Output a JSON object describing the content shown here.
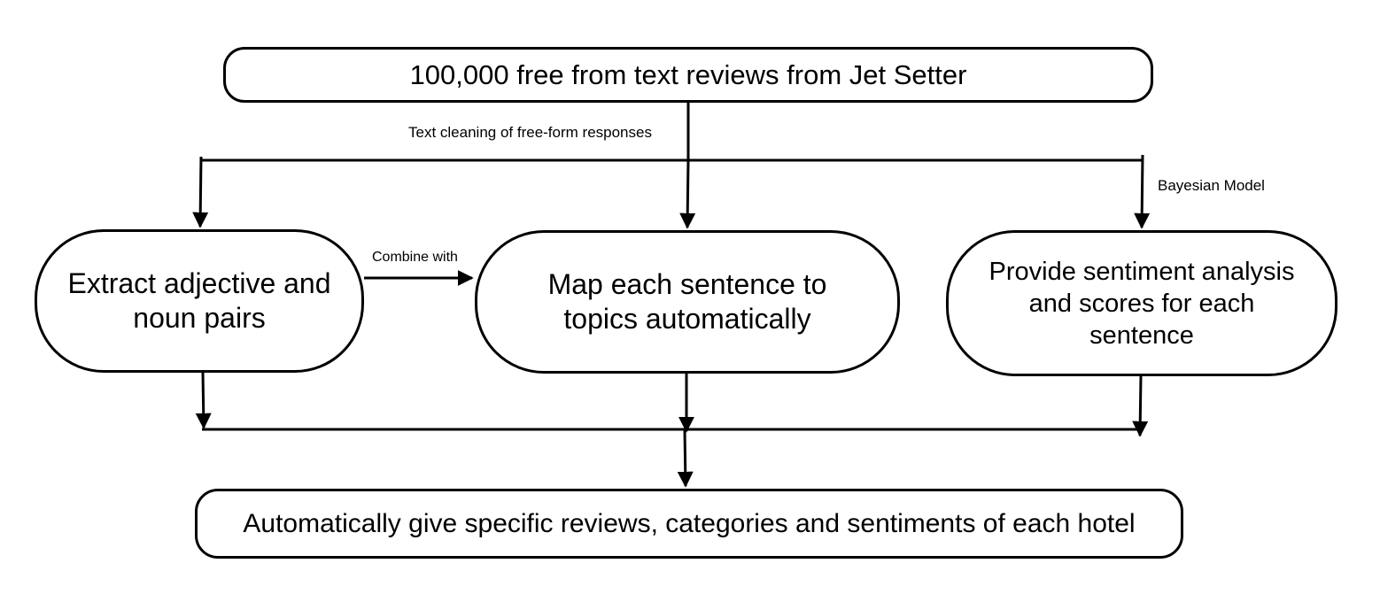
{
  "nodes": {
    "source": {
      "label": "100,000 free from text reviews from Jet Setter"
    },
    "extract": {
      "label": "Extract adjective and noun pairs"
    },
    "map": {
      "label": "Map each sentence to topics automatically"
    },
    "sentiment": {
      "label": "Provide sentiment analysis and scores for each sentence"
    },
    "output": {
      "label": "Automatically give specific reviews, categories and sentiments of each hotel"
    }
  },
  "edges": {
    "text_cleaning": {
      "from": "source",
      "to": [
        "extract",
        "map",
        "sentiment"
      ],
      "label": "Text cleaning of free-form responses"
    },
    "bayesian": {
      "from": "source",
      "to": "sentiment",
      "label": "Bayesian Model"
    },
    "combine": {
      "from": "extract",
      "to": "map",
      "label": "Combine with"
    },
    "merge": {
      "from": [
        "extract",
        "map",
        "sentiment"
      ],
      "to": "output",
      "label": ""
    }
  },
  "colors": {
    "stroke": "#000000",
    "background": "#ffffff"
  }
}
